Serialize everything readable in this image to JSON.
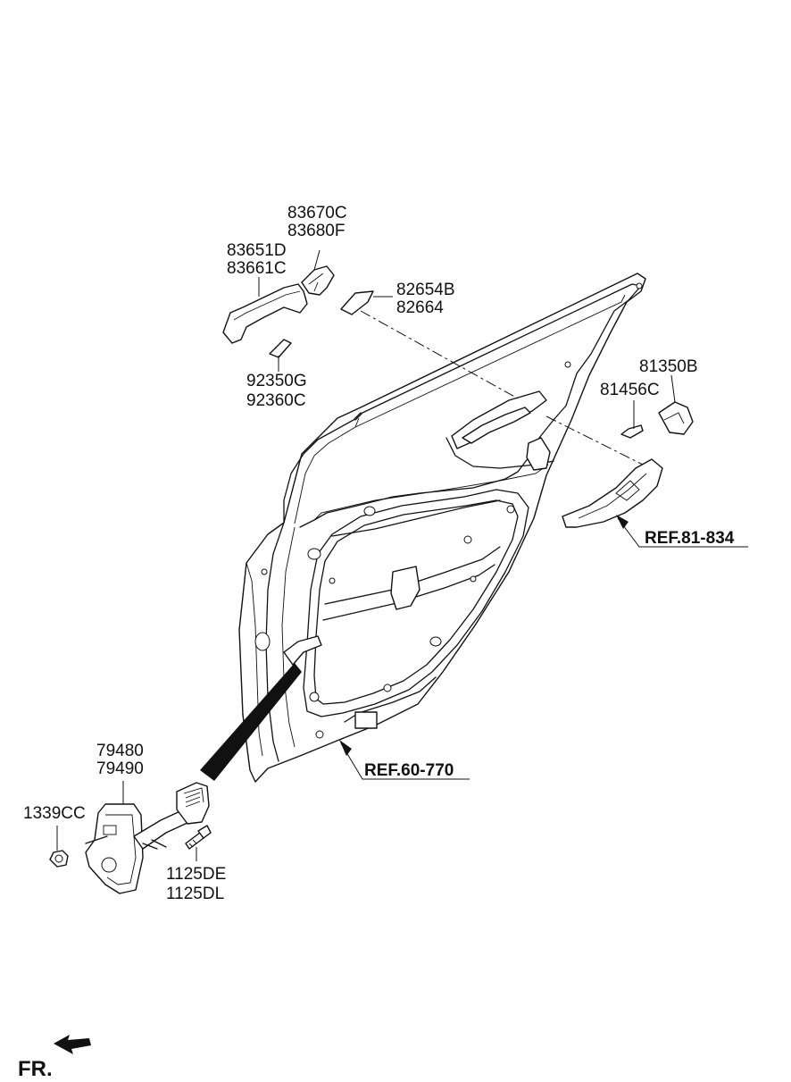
{
  "labels": {
    "handle_cover": [
      "83670C",
      "83680F"
    ],
    "outside_handle": [
      "83651D",
      "83661C"
    ],
    "handle_pad": [
      "82654B",
      "82664"
    ],
    "handle_gasket": [
      "92350G",
      "92360C"
    ],
    "striker": "81350B",
    "striker_screw": "81456C",
    "ref_latch": "REF.81-834",
    "ref_panel": "REF.60-770",
    "checker": [
      "79480",
      "79490"
    ],
    "checker_nut": "1339CC",
    "checker_bolt": [
      "1125DE",
      "1125DL"
    ],
    "front_direction": "FR."
  }
}
